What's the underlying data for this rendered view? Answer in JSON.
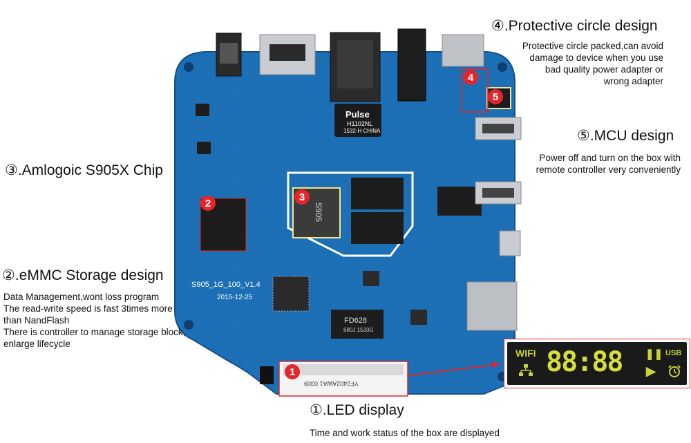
{
  "board": {
    "model_text": "S905_1G_100_V1.4",
    "date_text": "2015-12-25",
    "pulse_text": "Pulse",
    "pulse_model": "H1102NL",
    "pulse_sub": "1532-H CHINA",
    "soc_text": "S905",
    "driver_chip_text": "FD628",
    "driver_chip_sub": "680J 1533G",
    "led_strip_text": "YF2402AWA1  0309",
    "colors": {
      "pcb": "#1c6fb5",
      "pcb_dark": "#0f4f8a",
      "accent_red": "#e3262b",
      "lcd_green": "#c8d23a"
    }
  },
  "features": [
    {
      "num": "①",
      "badge": "1",
      "title": "①.LED display",
      "description": [
        "Time and work status of the box are displayed"
      ]
    },
    {
      "num": "②",
      "badge": "2",
      "title": "②.eMMC Storage design",
      "description": [
        "Data Management,wont loss program",
        "The read-write speed is fast 3times more",
        "than NandFlash",
        "There is controller to manage storage block,",
        "enlarge lifecycle"
      ]
    },
    {
      "num": "③",
      "badge": "3",
      "title": "③.Amlogoic S905X Chip",
      "description": []
    },
    {
      "num": "④",
      "badge": "4",
      "title": "④.Protective circle design",
      "description": [
        "Protective circle packed,can avoid",
        "damage to device when you use",
        "bad quality power adapter or",
        "wrong adapter"
      ]
    },
    {
      "num": "⑤",
      "badge": "5",
      "title": "⑤.MCU design",
      "description": [
        "Power off and turn on the box with",
        "remote controller very conveniently"
      ]
    }
  ],
  "lcd": {
    "wifi_label": "WIFI",
    "usb_label": "USB",
    "time_text": "88:88",
    "pause_symbol": "❚❚",
    "play_symbol": "▶",
    "network_icon": "network-icon",
    "alarm_icon": "alarm-clock-icon"
  }
}
